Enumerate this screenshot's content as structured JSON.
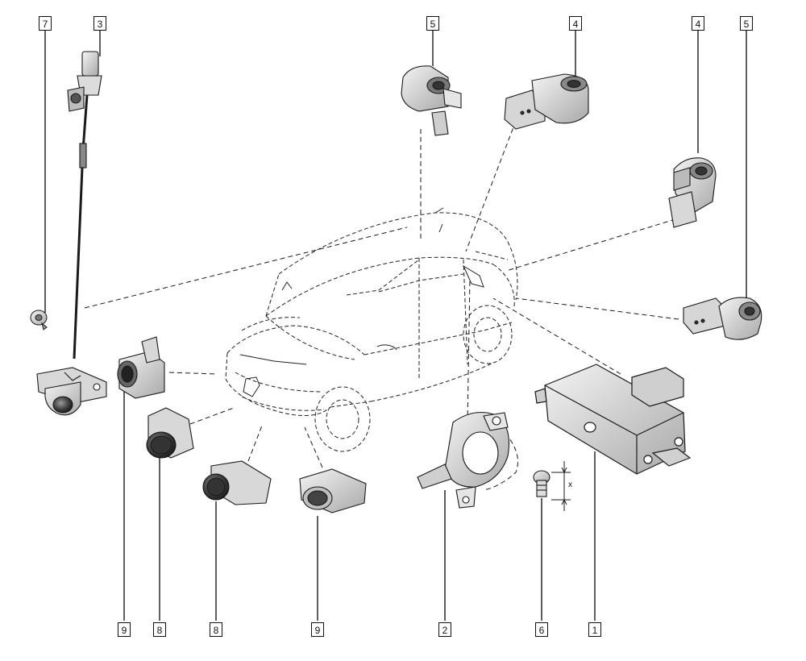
{
  "callouts": {
    "top_7": "7",
    "top_3": "3",
    "top_5a": "5",
    "top_4a": "4",
    "top_4b": "4",
    "top_5b": "5",
    "bottom_9a": "9",
    "bottom_8a": "8",
    "bottom_8b": "8",
    "bottom_9b": "9",
    "bottom_2": "2",
    "bottom_6": "6",
    "bottom_1": "1"
  },
  "dimension_label": "x",
  "colors": {
    "line": "#1a1a1a",
    "part_fill": "#ffffff",
    "part_shade": "#cfcfcf",
    "part_dark": "#6a6a6a"
  }
}
